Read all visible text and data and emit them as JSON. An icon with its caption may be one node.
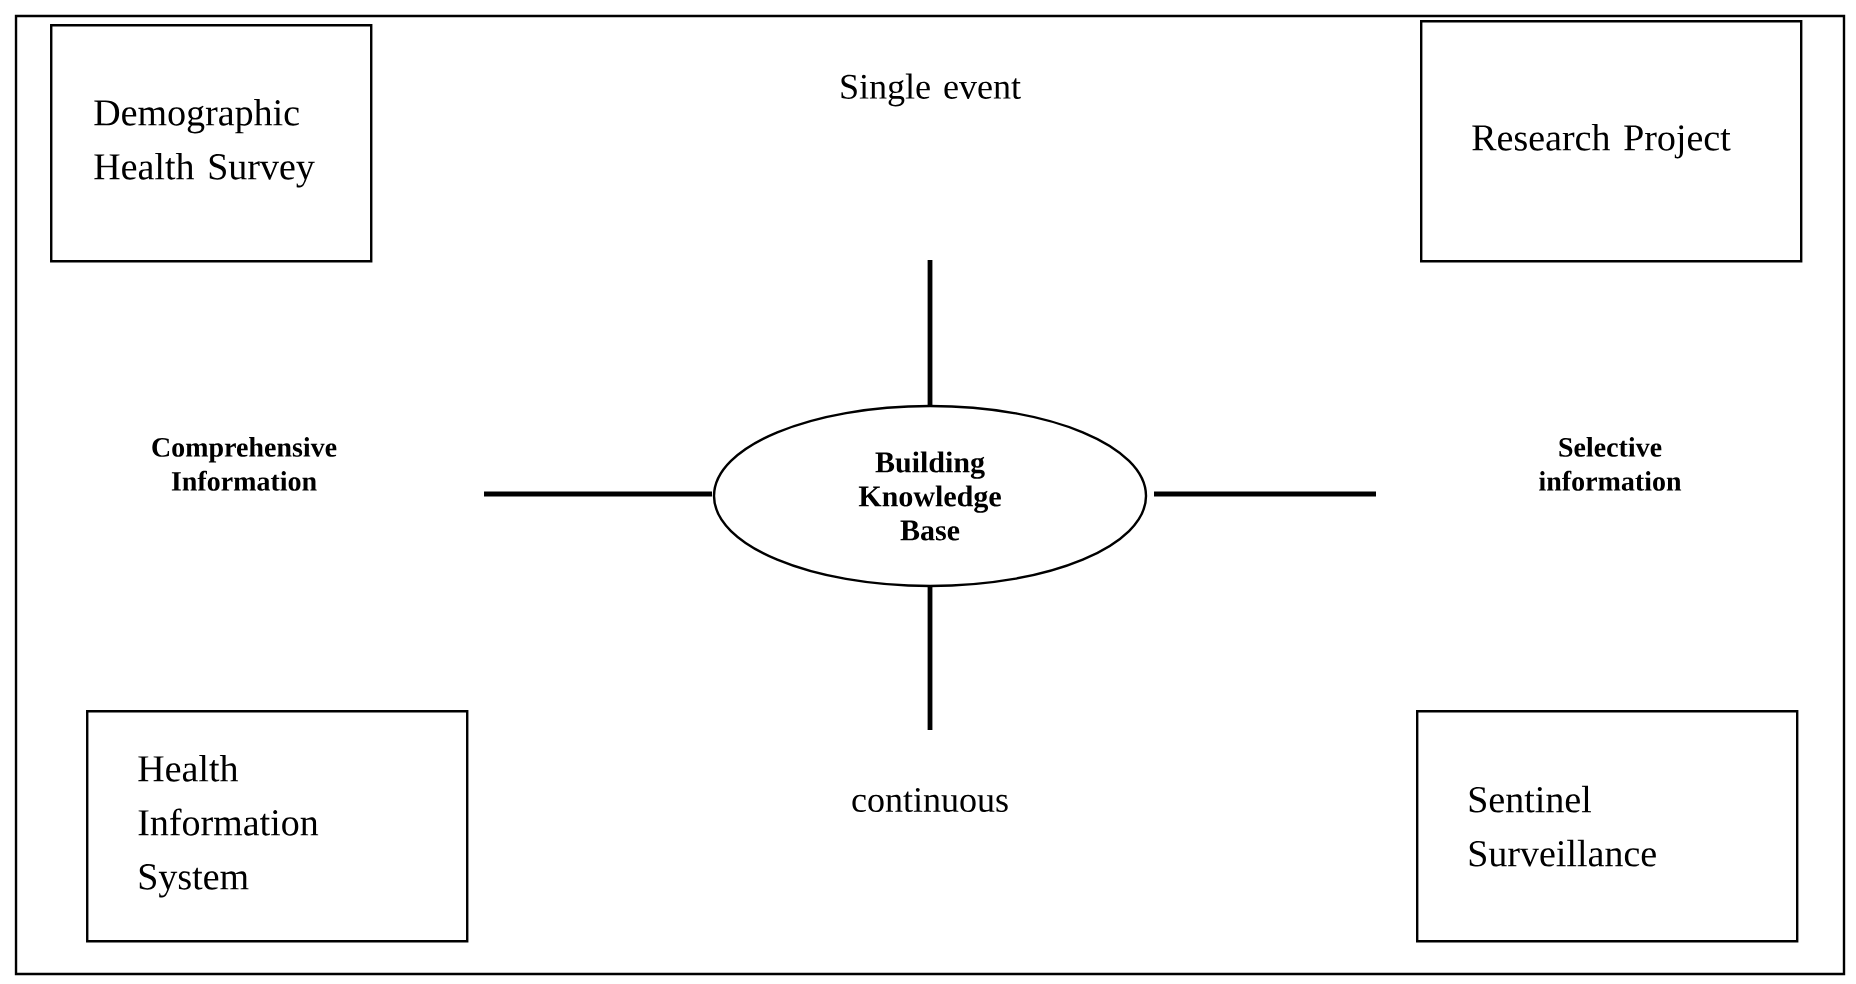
{
  "diagram": {
    "nodes": [
      {
        "text": [
          "Demographic Health Survey"
        ]
      },
      {
        "text": [
          "Research Project"
        ]
      },
      {
        "text": [
          "Building Knowledge Base"
        ]
      },
      {
        "text": [
          "Health Information System"
        ]
      },
      {
        "text": [
          "Sentinel Surveillance"
        ]
      }
    ],
    "labels": [
      "Single event",
      "Comprehensive Information",
      "Selective information",
      "continuous"
    ]
  }
}
